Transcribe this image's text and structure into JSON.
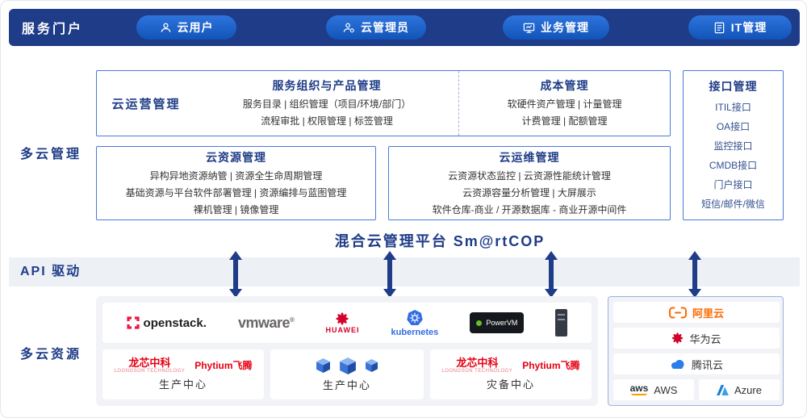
{
  "colors": {
    "navy": "#1e3c87",
    "pill_blue": "#1f63cc",
    "box_border": "#4a79d9",
    "band_gray": "#edf0f5",
    "panel_gray": "#f1f3f7",
    "brand_red": "#e60012",
    "openstack_red": "#ed1944",
    "vmware_gray": "#696566",
    "kubernetes_blue": "#326ce5",
    "alibaba_orange": "#ff6a00",
    "tencent_blue": "#2b7de9",
    "aws_orange": "#ff9900",
    "azure_blue": "#0078d4"
  },
  "icons": {
    "portal": [
      "user-icon",
      "admin-user-icon",
      "business-monitor-icon",
      "it-document-icon"
    ],
    "api_arrow": "double-arrow-icon",
    "vendors": [
      "openstack-icon",
      "huawei-flower-icon",
      "kubernetes-wheel-icon",
      "powervm-chip-icon",
      "server-tower-icon",
      "cube-icon"
    ],
    "clouds": [
      "alibaba-cloud-icon",
      "huawei-flower-icon",
      "tencent-cloud-icon",
      "aws-smile-icon",
      "azure-icon"
    ]
  },
  "portal": {
    "label": "服务门户",
    "pills": [
      {
        "label": "云用户",
        "icon": "user-icon"
      },
      {
        "label": "云管理员",
        "icon": "admin-user-icon"
      },
      {
        "label": "业务管理",
        "icon": "business-monitor-icon"
      },
      {
        "label": "IT管理",
        "icon": "it-document-icon"
      }
    ]
  },
  "management": {
    "label": "多云管理",
    "operation": {
      "title": "云运营管理",
      "service_section": {
        "title": "服务组织与产品管理",
        "lines": [
          "服务目录 | 组织管理（项目/环境/部门）",
          "流程审批 | 权限管理 | 标签管理"
        ]
      },
      "cost_section": {
        "title": "成本管理",
        "lines": [
          "软硬件资产管理 | 计量管理",
          "计费管理 | 配额管理"
        ]
      }
    },
    "resource": {
      "title": "云资源管理",
      "lines": [
        "异构异地资源纳管 | 资源全生命周期管理",
        "基础资源与平台软件部署管理 | 资源编排与蓝图管理",
        "裸机管理 | 镜像管理"
      ]
    },
    "ops": {
      "title": "云运维管理",
      "lines": [
        "云资源状态监控 | 云资源性能统计管理",
        "云资源容量分析管理 | 大屏展示",
        "软件仓库-商业 / 开源数据库 - 商业开源中间件"
      ]
    },
    "interface": {
      "title": "接口管理",
      "items": [
        "ITIL接口",
        "OA接口",
        "监控接口",
        "CMDB接口",
        "门户接口",
        "短信/邮件/微信"
      ]
    },
    "platform_title": "混合云管理平台 Sm@rtCOP"
  },
  "api_band": {
    "label": "API 驱动"
  },
  "resources": {
    "label": "多云资源",
    "vendors": {
      "openstack": "openstack.",
      "vmware": "vmware",
      "vmware_reg": "®",
      "huawei": "HUAWEI",
      "kubernetes": "kubernetes",
      "powervm": "PowerVM"
    },
    "loongson": {
      "name": "龙芯中科",
      "sub": "LOONGSON TECHNOLOGY"
    },
    "phytium": "Phytium飞腾",
    "centers": [
      {
        "type": "loongson-phytium",
        "label": "生产中心"
      },
      {
        "type": "cubes",
        "label": "生产中心"
      },
      {
        "type": "loongson-phytium",
        "label": "灾备中心"
      }
    ],
    "clouds": [
      {
        "label": "阿里云",
        "icon": "alibaba-cloud-icon"
      },
      {
        "label": "华为云",
        "icon": "huawei-flower-icon"
      },
      {
        "label": "腾讯云",
        "icon": "tencent-cloud-icon"
      },
      {
        "label": "AWS",
        "wordmark": "aws",
        "icon": "aws-smile-icon"
      },
      {
        "label": "Azure",
        "icon": "azure-icon"
      }
    ]
  }
}
